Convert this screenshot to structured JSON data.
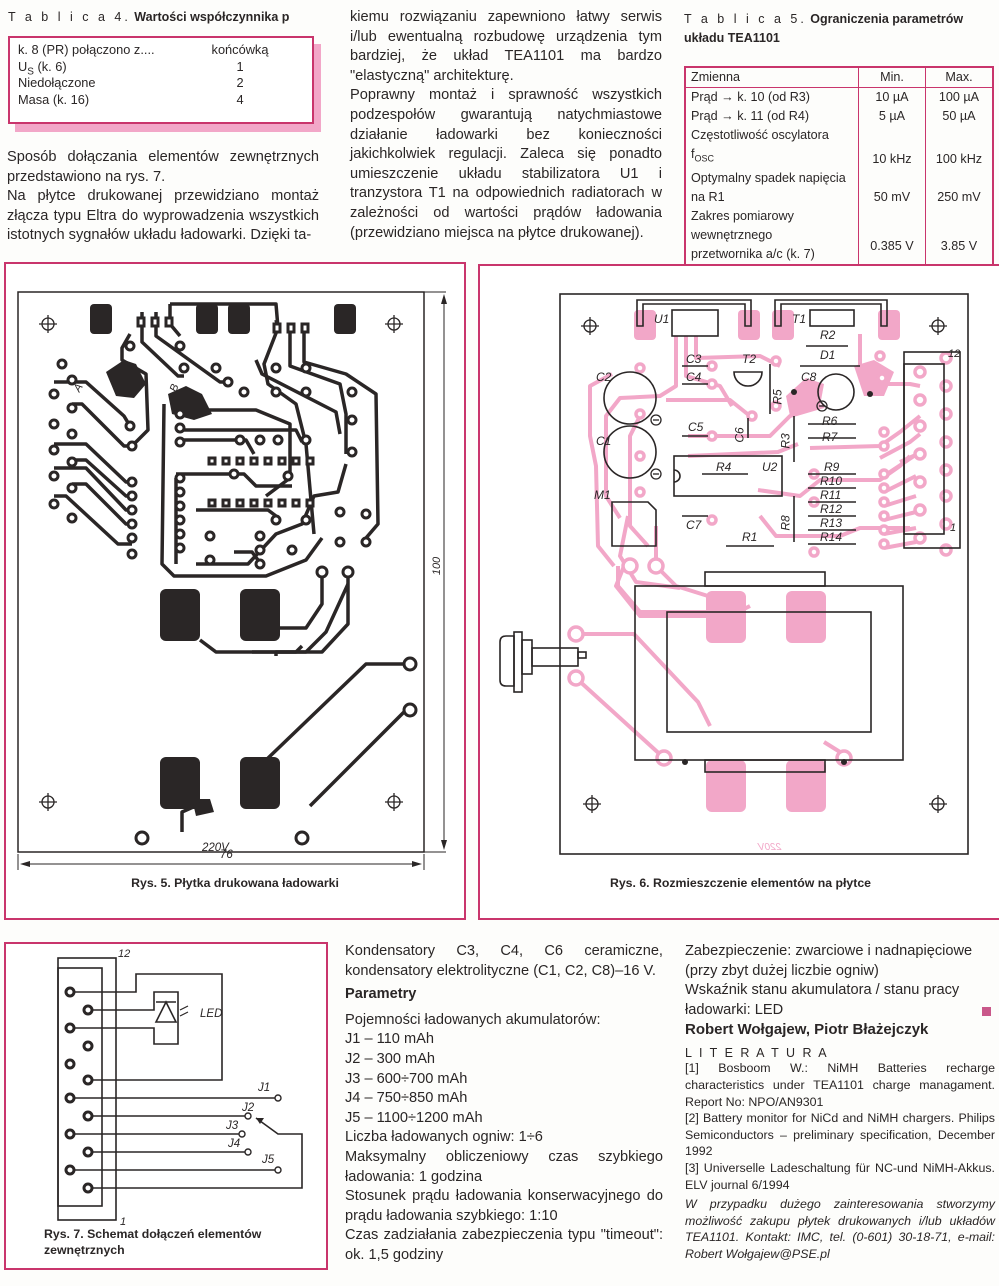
{
  "table4": {
    "caption_prefix": "T a b l i c a  4.",
    "caption_title": "Wartości współczynnika p",
    "header": [
      "k. 8 (PR) połączono z....",
      "końcówką"
    ],
    "rows": [
      {
        "label_main": "U",
        "label_sub": "S",
        "label_rest": " (k. 6)",
        "value": "1"
      },
      {
        "label": "Niedołączone",
        "value": "2"
      },
      {
        "label": "Masa (k. 16)",
        "value": "4"
      }
    ]
  },
  "col1_text": [
    "Sposób dołączania elementów zewnętrznych przedstawiono na rys. 7.",
    "Na płytce drukowanej przewidziano montaż złącza typu Eltra do wyprowadzenia wszystkich istotnych sygnałów układu ładowarki. Dzięki ta-"
  ],
  "col2_text": [
    "kiemu rozwiązaniu zapewniono łatwy serwis i/lub ewentualną rozbudowę urządzenia tym bardziej, że układ TEA1101 ma bardzo \"elastyczną\" architekturę.",
    "Poprawny montaż i sprawność wszystkich podzespołów gwarantują natychmiastowe działanie ładowarki bez konieczności jakichkolwiek regulacji. Zaleca się ponadto umieszczenie układu stabilizatora U1 i tranzystora T1 na odpowiednich radiatorach w zależności od wartości prądów ładowania (przewidziano miejsca na płytce drukowanej)."
  ],
  "table5": {
    "caption_prefix": "T a b l i c a  5.",
    "caption_title": "Ograniczenia parametrów układu TEA1101",
    "header": [
      "Zmienna",
      "Min.",
      "Max."
    ],
    "rows": [
      {
        "lines": [
          "Prąd → k. 10 (od R3)"
        ],
        "min": "10 µA",
        "max": "100 µA"
      },
      {
        "lines": [
          "Prąd → k. 11 (od R4)"
        ],
        "min": "5 µA",
        "max": "50 µA"
      },
      {
        "lines": [
          "Częstotliwość oscylatora f"
        ],
        "sub": "OSC",
        "min": "10 kHz",
        "max": "100 kHz"
      },
      {
        "lines": [
          "Optymalny spadek napięcia",
          "na R1"
        ],
        "min": "50 mV",
        "max": "250 mV"
      },
      {
        "lines": [
          "Zakres pomiarowy",
          "wewnętrznego",
          "przetwornika a/c (k. 7)"
        ],
        "min": "0.385 V",
        "max": "3.85 V"
      }
    ]
  },
  "fig5": {
    "caption": "Rys. 5. Płytka drukowana ładowarki",
    "dim_width": "76",
    "dim_height": "100",
    "label_voltage": "220V",
    "label_a": "A",
    "label_b": "B"
  },
  "fig6": {
    "caption": "Rys. 6. Rozmieszczenie elementów na płytce",
    "labels": [
      "U1",
      "T1",
      "R2",
      "D1",
      "C3",
      "C4",
      "T2",
      "C8",
      "C2",
      "R5",
      "C6",
      "R6",
      "R7",
      "C5",
      "R3",
      "C1",
      "R4",
      "U2",
      "R9",
      "R10",
      "R11",
      "R12",
      "R13",
      "R14",
      "M1",
      "R8",
      "C7",
      "R1",
      "12",
      "1"
    ],
    "mirror_label": "220V"
  },
  "fig7": {
    "caption": "Rys. 7. Schemat dołączeń elementów zewnętrznych",
    "pin_top": "12",
    "pin_bottom": "1",
    "led_label": "LED",
    "jumpers": [
      "J1",
      "J2",
      "J3",
      "J4",
      "J5"
    ]
  },
  "col_mid_bottom": {
    "intro": "Kondensatory C3, C4, C6 ceramiczne, kondensatory elektrolityczne (C1, C2, C8)–16 V.",
    "heading": "Parametry",
    "lines": [
      "Pojemności ładowanych akumulatorów:",
      "J1 – 110 mAh",
      "J2 – 300 mAh",
      "J3 – 600÷700 mAh",
      "J4 – 750÷850 mAh",
      "J5 – 1100÷1200 mAh",
      "Liczba ładowanych ogniw: 1÷6",
      "Maksymalny obliczeniowy czas szybkiego ładowania: 1 godzina",
      "Stosunek prądu ładowania konserwacyjnego do prądu ładowania szybkiego: 1:10",
      "Czas zadziałania zabezpieczenia typu \"timeout\": ok. 1,5 godziny"
    ]
  },
  "col_right_bottom": {
    "protection": "Zabezpieczenie: zwarciowe i nadnapięciowe (przy zbyt dużej liczbie ogniw)",
    "indicator": "Wskaźnik stanu akumulatora / stanu pracy ładowarki: LED",
    "authors": "Robert Wołgajew, Piotr Błażejczyk",
    "lit_heading": "L I T E R A T U R A",
    "refs": [
      "[1] Bosboom W.: NiMH Batteries recharge characteristics under TEA1101 charge managament. Report No: NPO/AN9301",
      "[2] Battery monitor for NiCd and NiMH chargers. Philips Semiconductors – preliminary specification, December 1992",
      "[3] Universelle Ladeschaltung für NC-und NiMH-Akkus. ELV  journal 6/1994"
    ],
    "note": "W przypadku dużego zainteresowania stworzymy możliwość zakupu płytek drukowanych i/lub układów TEA1101.  Kontakt: IMC, tel. (0-601) 30-18-71, e-mail: Robert Wołgajew@PSE.pl"
  },
  "colors": {
    "accent": "#c9356c",
    "pink_copper": "#f2a7c8",
    "ink": "#2a2626",
    "end_mark": "#c9588a"
  }
}
